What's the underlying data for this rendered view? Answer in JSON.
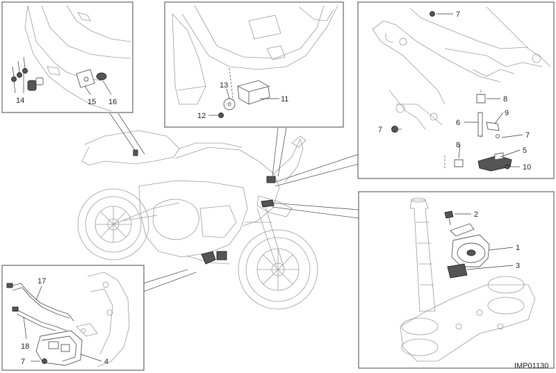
{
  "figure_code": "IMP01130",
  "callouts": {
    "box_top_left": [
      "14",
      "15",
      "16"
    ],
    "box_top_center": [
      "11",
      "12",
      "13"
    ],
    "box_top_right": [
      "7",
      "8",
      "7",
      "6",
      "9",
      "7",
      "8",
      "5",
      "10"
    ],
    "box_bottom_right": [
      "2",
      "1",
      "3"
    ],
    "box_bottom_left": [
      "17",
      "18",
      "7",
      "4"
    ]
  }
}
